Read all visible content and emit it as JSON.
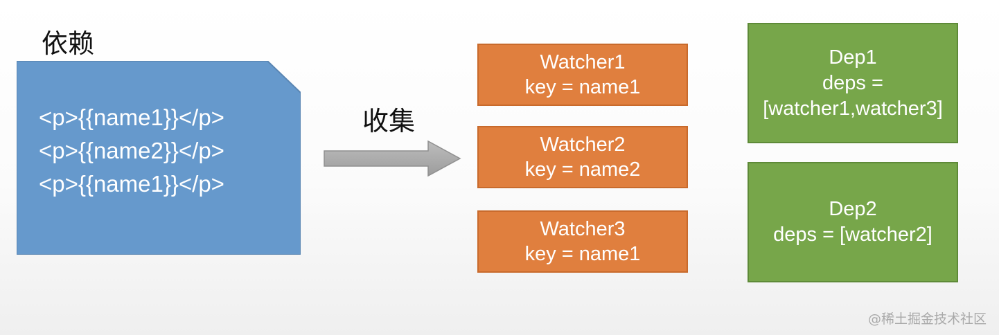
{
  "labels": {
    "dependency": "依赖",
    "collect": "收集"
  },
  "template": {
    "lines": [
      "<p>{{name1}}</p>",
      "<p>{{name2}}</p>",
      "<p>{{name1}}</p>"
    ]
  },
  "watchers": [
    {
      "name": "Watcher1",
      "key": "key = name1"
    },
    {
      "name": "Watcher2",
      "key": "key = name2"
    },
    {
      "name": "Watcher3",
      "key": "key = name1"
    }
  ],
  "deps": [
    {
      "name": "Dep1",
      "line1": "deps =",
      "line2": "[watcher1,watcher3]"
    },
    {
      "name": "Dep2",
      "line1": "deps = [watcher2]"
    }
  ],
  "watermark": "@稀土掘金技术社区",
  "colors": {
    "template_fill": "#6699cc",
    "watcher_fill": "#e07f3e",
    "dep_fill": "#77a64a",
    "arrow_fill": "#a6a6a6"
  }
}
